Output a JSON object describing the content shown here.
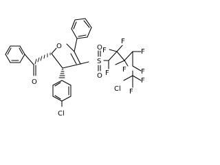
{
  "molecule": {
    "atom_labels": {
      "ring_oxygen": "O",
      "ketone_oxygen": "O",
      "sulfonyl_sulfur": "S",
      "sulfonyl_oxygen_a": "O",
      "sulfonyl_oxygen_b": "O",
      "chlorine_aryl": "Cl",
      "chlorine_chain": "Cl",
      "f1": "F",
      "f2": "F",
      "f3": "F",
      "f4": "F",
      "f5": "F",
      "f6": "F",
      "f7": "F",
      "f8": "F"
    },
    "stereo": {
      "c2_ketone_bond": "hashed-wedge",
      "c3_aryl_bond": "hashed-wedge"
    }
  }
}
